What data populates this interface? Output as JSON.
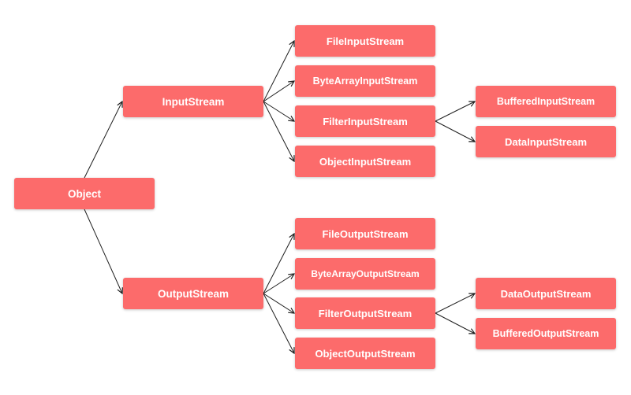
{
  "colors": {
    "box": "#fc6b6b",
    "text": "#ffffff",
    "arrow": "#1f1f1f"
  },
  "nodes": {
    "object": "Object",
    "input_stream": "InputStream",
    "output_stream": "OutputStream",
    "file_input_stream": "FileInputStream",
    "byte_array_input_stream": "ByteArrayInputStream",
    "filter_input_stream": "FilterInputStream",
    "object_input_stream": "ObjectInputStream",
    "buffered_input_stream": "BufferedInputStream",
    "data_input_stream": "DataInputStream",
    "file_output_stream": "FileOutputStream",
    "byte_array_output_stream": "ByteArrayOutputStream",
    "filter_output_stream": "FilterOutputStream",
    "object_output_stream": "ObjectOutputStream",
    "data_output_stream": "DataOutputStream",
    "buffered_output_stream": "BufferedOutputStream"
  },
  "edges": [
    [
      "object",
      "input_stream"
    ],
    [
      "object",
      "output_stream"
    ],
    [
      "input_stream",
      "file_input_stream"
    ],
    [
      "input_stream",
      "byte_array_input_stream"
    ],
    [
      "input_stream",
      "filter_input_stream"
    ],
    [
      "input_stream",
      "object_input_stream"
    ],
    [
      "filter_input_stream",
      "buffered_input_stream"
    ],
    [
      "filter_input_stream",
      "data_input_stream"
    ],
    [
      "output_stream",
      "file_output_stream"
    ],
    [
      "output_stream",
      "byte_array_output_stream"
    ],
    [
      "output_stream",
      "filter_output_stream"
    ],
    [
      "output_stream",
      "object_output_stream"
    ],
    [
      "filter_output_stream",
      "data_output_stream"
    ],
    [
      "filter_output_stream",
      "buffered_output_stream"
    ]
  ]
}
